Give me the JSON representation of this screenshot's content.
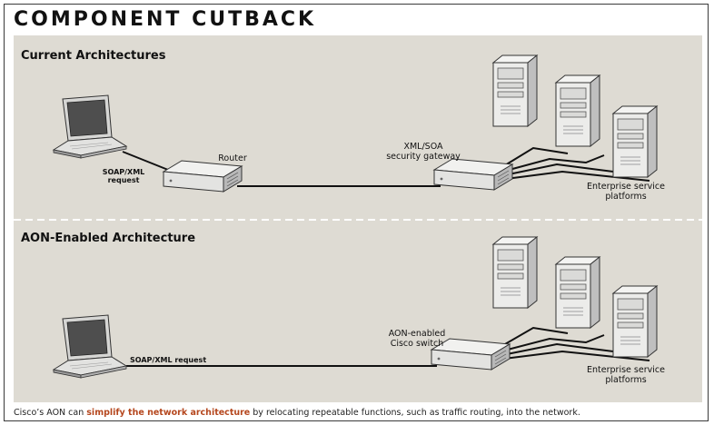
{
  "title": "COMPONENT CUTBACK",
  "sections": {
    "current": {
      "heading": "Current Architectures",
      "client_label": "SOAP/XML\nrequest",
      "router_label": "Router",
      "gateway_label": "XML/SOA\nsecurity gateway",
      "servers_label": "Enterprise service\nplatforms"
    },
    "aon": {
      "heading": "AON-Enabled Architecture",
      "client_label": "SOAP/XML request",
      "switch_label": "AON-enabled\nCisco switch",
      "servers_label": "Enterprise service\nplatforms"
    }
  },
  "caption": {
    "before": "Cisco’s AON can ",
    "highlight": "simplify the network architecture",
    "after": " by relocating repeatable functions, such as traffic routing, into the network."
  },
  "colors": {
    "panel_bg": "#dedbd3",
    "highlight": "#b5471e"
  },
  "icons": [
    "laptop-icon",
    "router-icon",
    "gateway-icon",
    "server-icon",
    "switch-icon"
  ]
}
